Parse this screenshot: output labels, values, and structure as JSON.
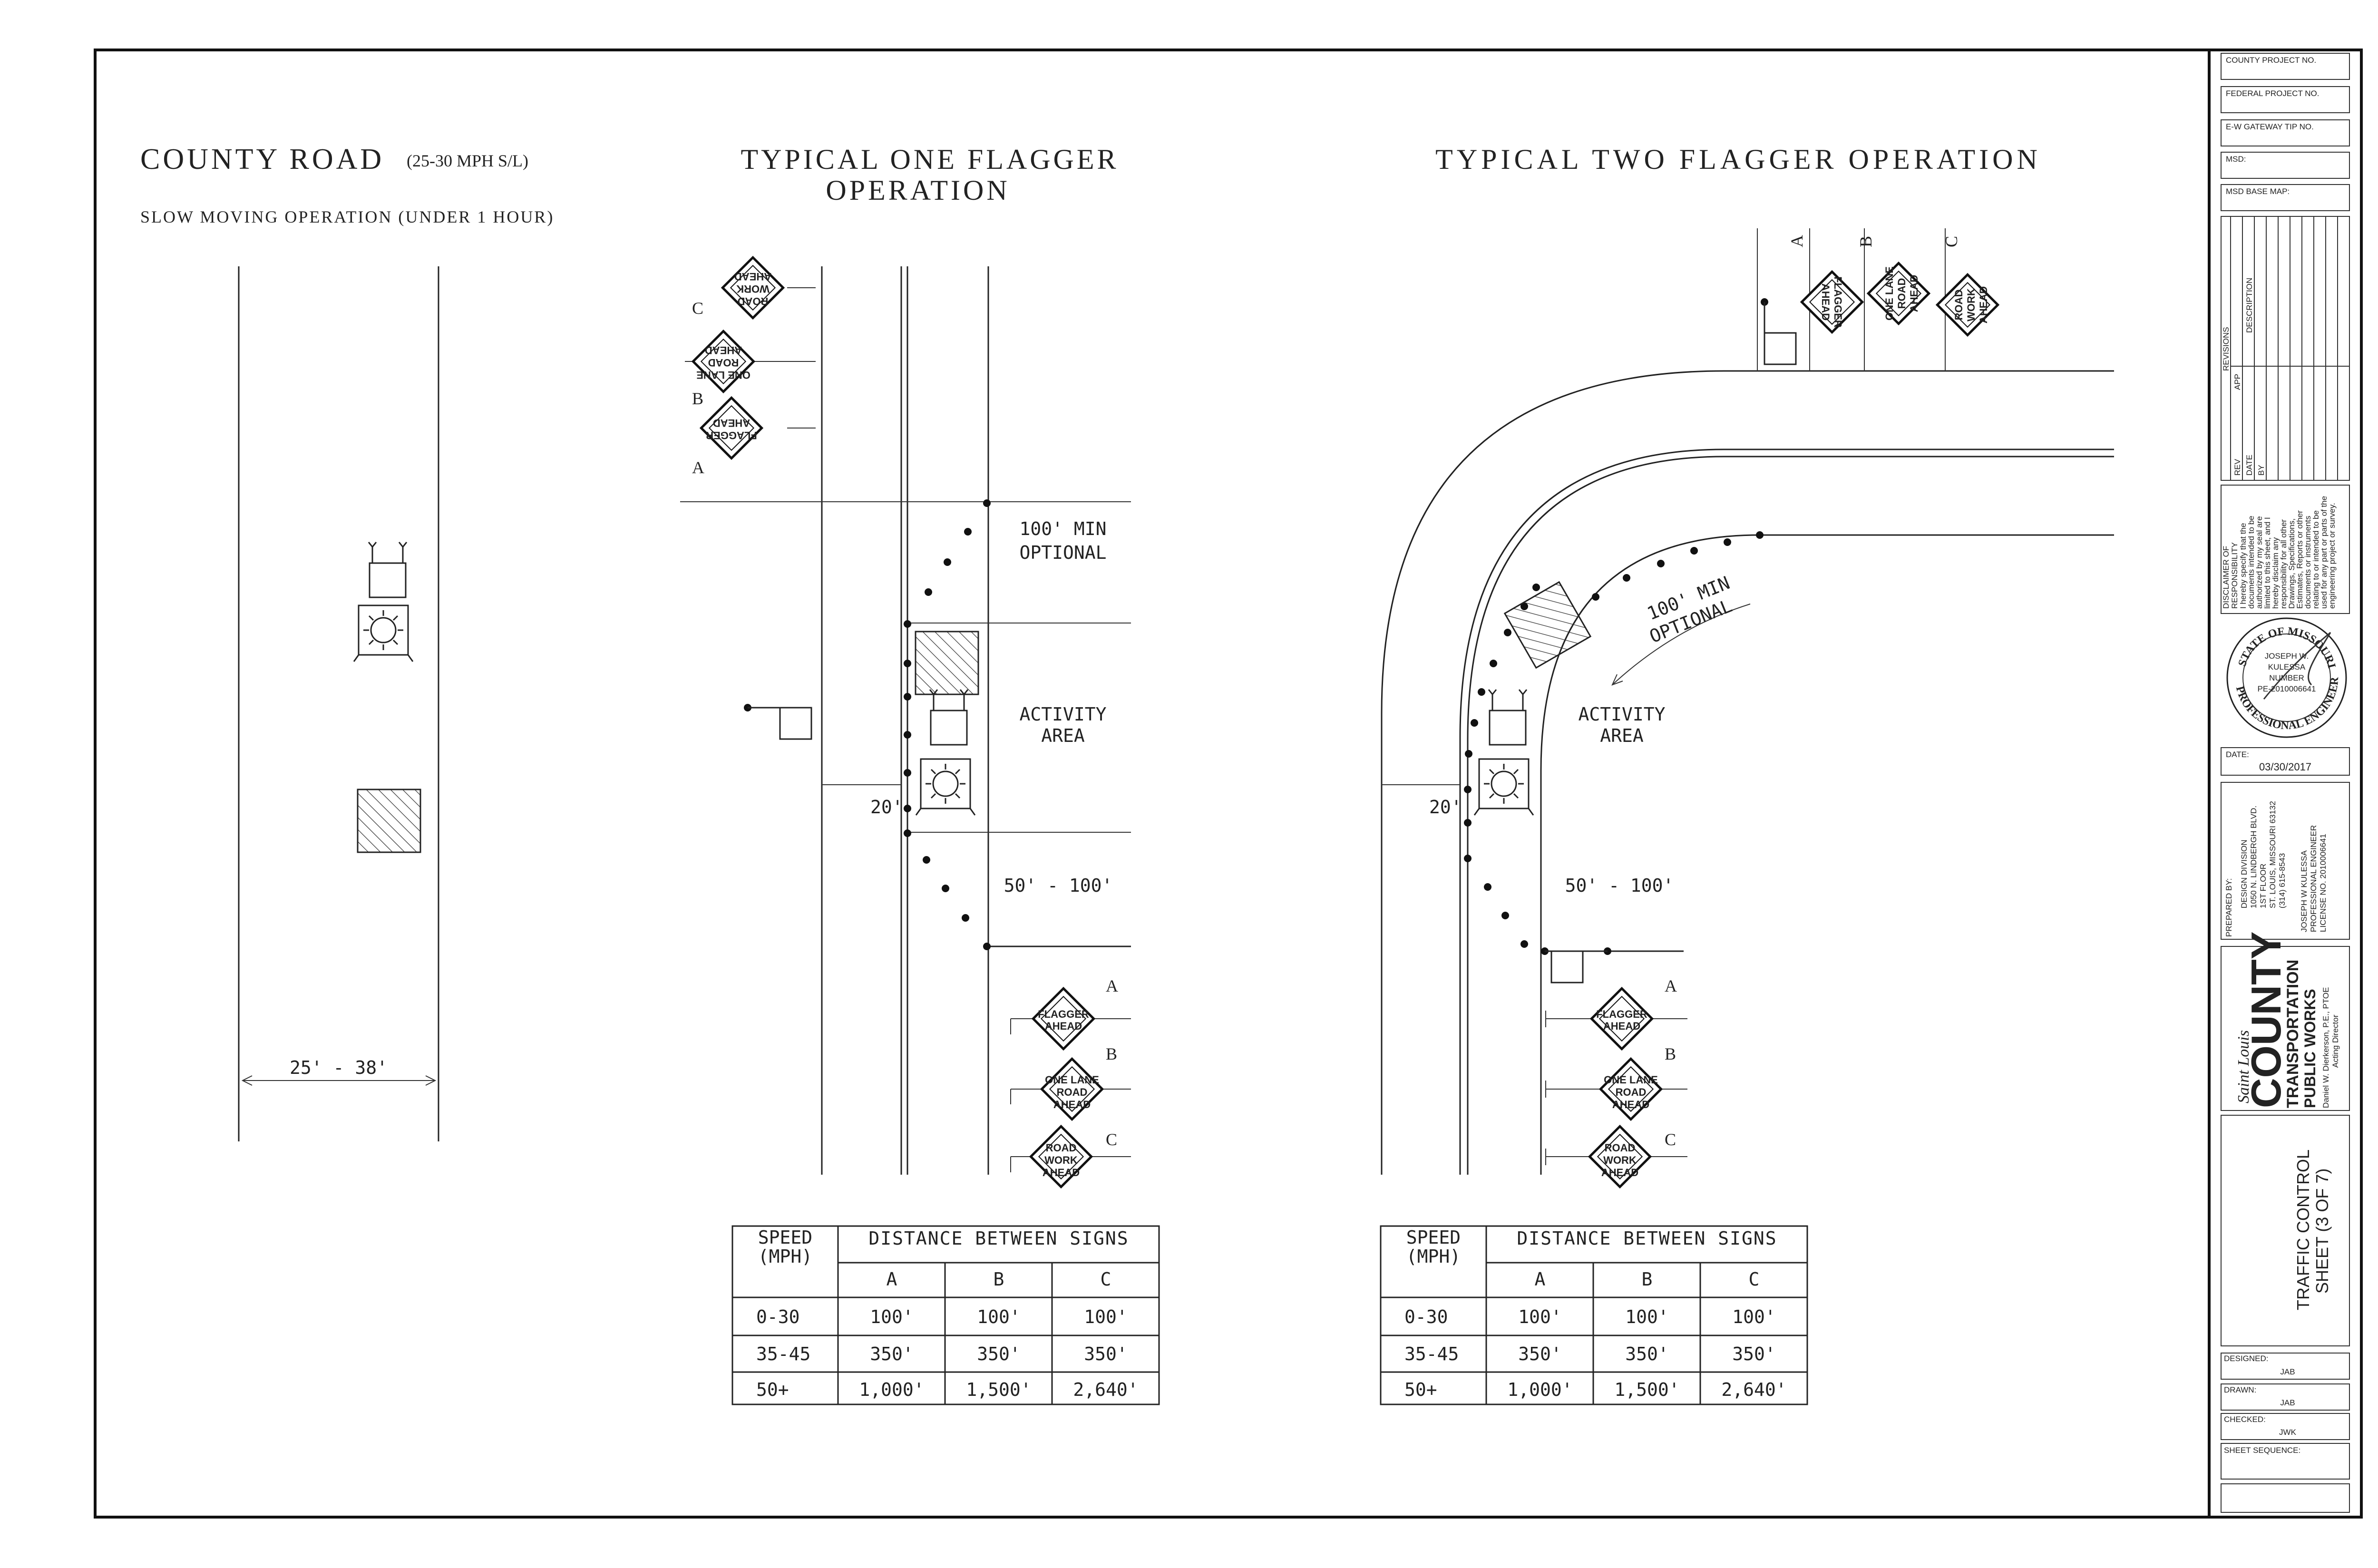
{
  "left_panel": {
    "title": "COUNTY ROAD",
    "title_note": "(25-30 MPH S/L)",
    "subtitle": "SLOW MOVING OPERATION (UNDER 1 HOUR)",
    "width_dim": "25' - 38'"
  },
  "one_flagger": {
    "title_line1": "TYPICAL ONE FLAGGER",
    "title_line2": "OPERATION",
    "min_line1": "100' MIN",
    "min_line2": "OPTIONAL",
    "activity_line1": "ACTIVITY",
    "activity_line2": "AREA",
    "dim_20": "20'",
    "dim_50_100": "50' - 100'",
    "letters": [
      "A",
      "B",
      "C"
    ],
    "signs": {
      "flagger": [
        "FLAGGER",
        "AHEAD"
      ],
      "one_lane": [
        "ONE LANE",
        "ROAD",
        "AHEAD"
      ],
      "road_work": [
        "ROAD",
        "WORK",
        "AHEAD"
      ]
    },
    "table": {
      "head_speed": [
        "SPEED",
        "(MPH)"
      ],
      "head_distance": "DISTANCE BETWEEN SIGNS",
      "cols": [
        "A",
        "B",
        "C"
      ],
      "rows": [
        [
          "0-30",
          "100'",
          "100'",
          "100'"
        ],
        [
          "35-45",
          "350'",
          "350'",
          "350'"
        ],
        [
          "50+",
          "1,000'",
          "1,500'",
          "2,640'"
        ]
      ]
    }
  },
  "two_flagger": {
    "title": "TYPICAL TWO FLAGGER OPERATION",
    "min_line1": "100' MIN",
    "min_line2": "OPTIONAL",
    "activity_line1": "ACTIVITY",
    "activity_line2": "AREA",
    "dim_20": "20'",
    "dim_50_100": "50' - 100'",
    "letters": [
      "A",
      "B",
      "C"
    ],
    "signs": {
      "flagger": [
        "FLAGGER",
        "AHEAD"
      ],
      "one_lane": [
        "ONE LANE",
        "ROAD",
        "AHEAD"
      ],
      "road_work": [
        "ROAD",
        "WORK",
        "AHEAD"
      ]
    },
    "table": {
      "head_speed": [
        "SPEED",
        "(MPH)"
      ],
      "head_distance": "DISTANCE BETWEEN SIGNS",
      "cols": [
        "A",
        "B",
        "C"
      ],
      "rows": [
        [
          "0-30",
          "100'",
          "100'",
          "100'"
        ],
        [
          "35-45",
          "350'",
          "350'",
          "350'"
        ],
        [
          "50+",
          "1,000'",
          "1,500'",
          "2,640'"
        ]
      ]
    }
  },
  "title_block": {
    "county_project_no": "COUNTY PROJECT NO.",
    "federal_project_no": "FEDERAL PROJECT NO.",
    "gateway_tip_no": "E-W GATEWAY TIP NO.",
    "msd": "MSD:",
    "msd_base_map": "MSD BASE MAP:",
    "revisions": "REVISIONS",
    "rev_cols": [
      "REV",
      "DATE",
      "BY",
      "APP",
      "DESCRIPTION"
    ],
    "disclaimer": [
      "DISCLAIMER OF",
      "RESPONSIBILITY",
      "I hereby specify that the",
      "documents intended to be",
      "authorized by my seal are",
      "limited to this sheet, and I",
      "hereby disclaim any",
      "responsibility for all other",
      "Drawings, Specifications,",
      "Estimates, Reports or other",
      "documents or instruments",
      "relating to or intended to be",
      "used for any part or parts of the",
      "engineering project or survey."
    ],
    "seal": {
      "top": "STATE OF MISSOURI",
      "bottom": "PROFESSIONAL ENGINEER",
      "name": [
        "JOSEPH W.",
        "KULESSA",
        "NUMBER",
        "PE-2010006641"
      ]
    },
    "date_label": "DATE:",
    "date_value": "03/30/2017",
    "prepared_by": "PREPARED BY:",
    "prepared_lines": [
      "DESIGN DIVISION",
      "1050 N. LINDBERGH BLVD.",
      "1ST FLOOR",
      "ST. LOUIS, MISSOURI 63132",
      "(314) 615-8543"
    ],
    "engineer_lines": [
      "JOSEPH W KULESSA",
      "PROFESSIONAL ENGINEER",
      "LICENSE NO. 2010006641"
    ],
    "logo": {
      "script": "Saint Louis",
      "county": "COUNTY",
      "dept1": "TRANSPORTATION",
      "dept2": "PUBLIC WORKS"
    },
    "director": [
      "Daniel W. Dierkerson, P.E., PTOE",
      "Acting Director"
    ],
    "sheet_title_line1": "TRAFFIC CONTROL",
    "sheet_title_line2": "SHEET (3 OF 7)",
    "designed_label": "DESIGNED:",
    "designed_value": "JAB",
    "drawn_label": "DRAWN:",
    "drawn_value": "JAB",
    "checked_label": "CHECKED:",
    "checked_value": "JWK",
    "sheet_sequence_label": "SHEET SEQUENCE:"
  }
}
